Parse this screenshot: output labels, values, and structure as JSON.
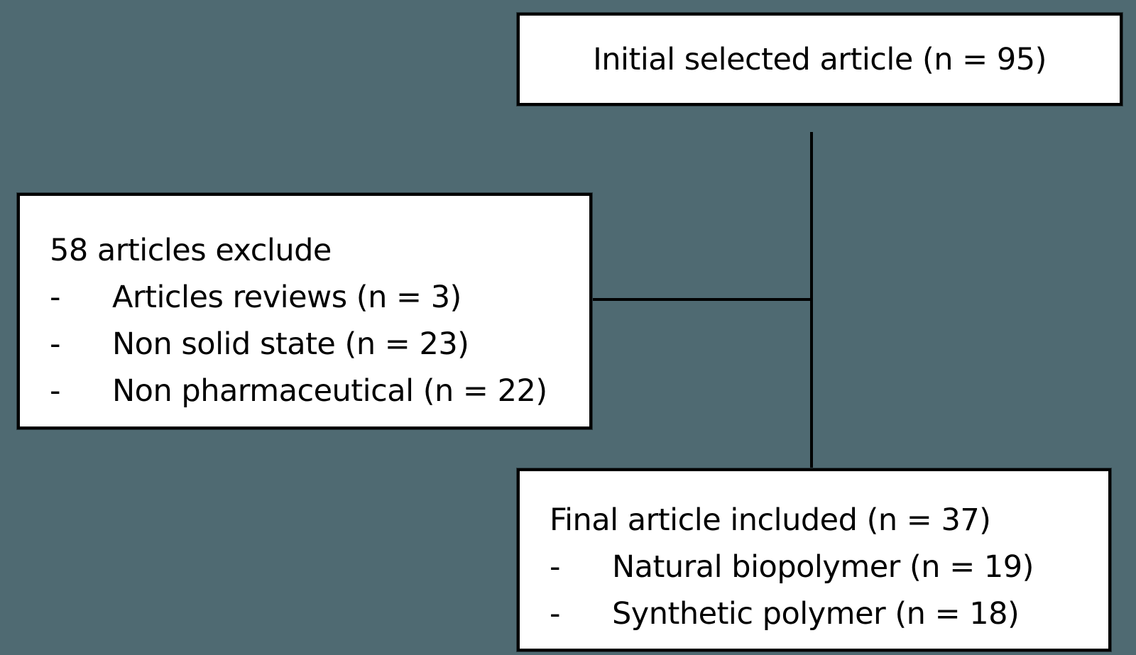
{
  "diagram": {
    "type": "flowchart",
    "background_color": "#4f6a72",
    "nodes": {
      "initial": {
        "label": "Initial selected article (n = 95)"
      },
      "excluded": {
        "heading": "58 articles exclude",
        "items": [
          {
            "bullet": "-",
            "label": "Articles reviews (n = 3)"
          },
          {
            "bullet": "-",
            "label": "Non solid state (n = 23)"
          },
          {
            "bullet": "-",
            "label": "Non pharmaceutical (n = 22)"
          }
        ]
      },
      "final": {
        "heading": "Final article included (n = 37)",
        "items": [
          {
            "bullet": "-",
            "label": "Natural biopolymer (n = 19)"
          },
          {
            "bullet": "-",
            "label": "Synthetic polymer (n = 18)"
          }
        ]
      }
    },
    "edges": [
      {
        "from": "initial",
        "to": "final"
      },
      {
        "from": "initial",
        "to": "excluded"
      }
    ]
  }
}
